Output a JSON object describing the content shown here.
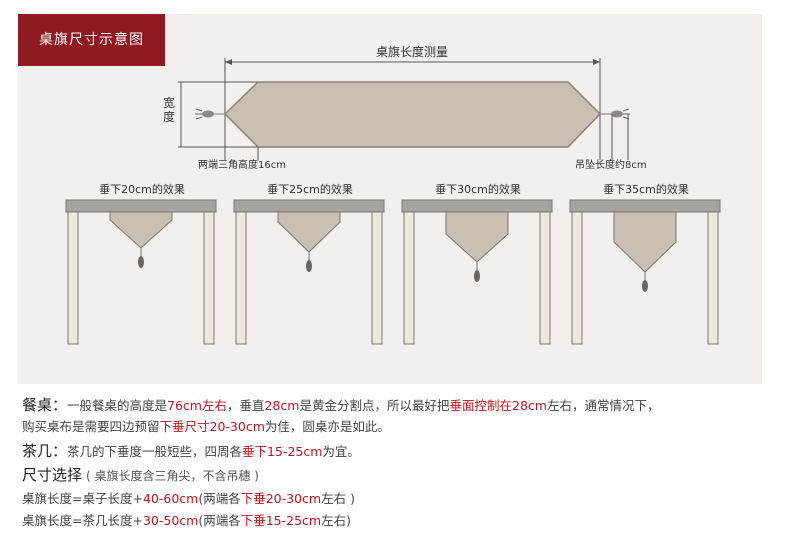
{
  "header": {
    "title": "桌旗尺寸示意图"
  },
  "diagram": {
    "length_label": "桌旗长度测量",
    "width_label_1": "宽",
    "width_label_2": "度",
    "triangle_height_label": "两端三角高度16cm",
    "tassel_length_label": "吊坠长度约8cm",
    "effects": [
      {
        "label": "垂下20cm的效果",
        "drop_cm": 20
      },
      {
        "label": "垂下25cm的效果",
        "drop_cm": 25
      },
      {
        "label": "垂下30cm的效果",
        "drop_cm": 30
      },
      {
        "label": "垂下35cm的效果",
        "drop_cm": 35
      }
    ]
  },
  "notes": {
    "dining": {
      "head": "餐桌：",
      "p1": "一般餐桌的高度是",
      "r1": "76cm左右",
      "p2": "，垂直",
      "r2": "28cm",
      "p3": "是黄金分割点，所以最好把",
      "r3": "垂面控制在28cm",
      "p4": "左右，通常情况下，"
    },
    "dining_line2": {
      "p1": "购买桌布是需要四边预留",
      "r1": "下垂尺寸20-30cm",
      "p2": "为佳，圆桌亦是如此。"
    },
    "tea": {
      "head": "茶几：",
      "p1": "茶几的下垂度一般短些，四周各",
      "r1": "垂下15-25cm",
      "p2": "为宜。"
    },
    "select": {
      "head": "尺寸选择",
      "sub": "( 桌旗长度含三角尖，不含吊穗 )"
    },
    "formula1": {
      "p1": "桌旗长度=桌子长度+",
      "r1": "40-60cm",
      "p2": "(两端各",
      "r2": "下垂20-30cm",
      "p3": "左右 )"
    },
    "formula2": {
      "p1": "桌旗长度=茶几长度+",
      "r1": "30-50cm",
      "p2": "(两端各",
      "r2": "下垂15-25cm",
      "p3": "左右)"
    }
  }
}
